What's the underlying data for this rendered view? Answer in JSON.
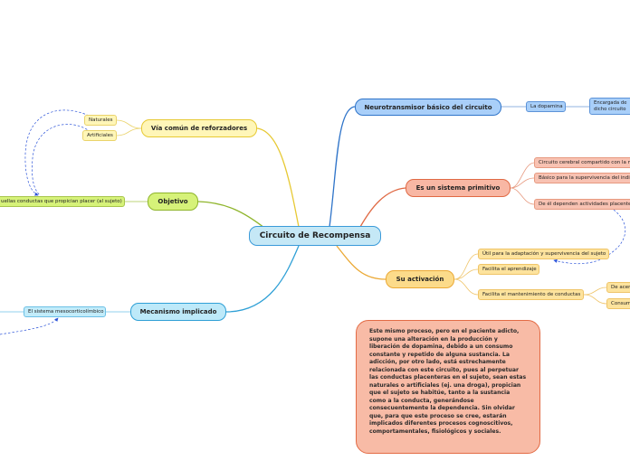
{
  "root": "Circuito de Recompensa",
  "branches": {
    "neuro": {
      "title": "Neurotransmisor básico del circuito",
      "leaves": [
        "La dopamina",
        "Encargada de dicho circuito"
      ]
    },
    "primitivo": {
      "title": "Es un sistema primitivo",
      "leaves": [
        "Circuito cerebral compartido con la m",
        "Básico para la supervivencia del indiv",
        "De él dependen actividades placente"
      ]
    },
    "activacion": {
      "title": "Su activación",
      "leaves": [
        "Útil para la adaptación y supervivencia del sujeto",
        "Facilita el aprendizaje",
        "Facilita el mantenimiento de conductas"
      ],
      "subleaves": [
        "De acer",
        "Consum"
      ]
    },
    "via": {
      "title": "Vía común de reforzadores",
      "leaves": [
        "Naturales",
        "Artificiales"
      ]
    },
    "objetivo": {
      "title": "Objetivo",
      "leaves": [
        "uellas conductas que propician placer (al sujeto)"
      ]
    },
    "mecanismo": {
      "title": "Mecanismo implicado",
      "leaves": [
        "El sistema mesocorticolímbico"
      ]
    }
  },
  "note": "Este mismo proceso, pero en el paciente adicto, supone una alteración en la producción y liberación de dopamina, debido a un consumo constante y repetido de alguna sustancia. La adicción, por otro lado, está estrechamente relacionada con este circuito, pues al perpetuar las conductas placenteras en el sujeto, sean estas naturales o artificiales (ej. una droga), propician que el sujeto se habitúe, tanto a la sustancia como a la conducta, generándose consecuentemente la dependencia. Sin olvidar que, para que este proceso se cree, estarán implicados diferentes procesos cognoscitivos, comportamentales, fisiológicos y sociales.",
  "colors": {
    "blue": "#2f74c9",
    "yellow": "#e7c934",
    "green": "#8fb52c",
    "cyan": "#2fa0d6",
    "salmon": "#e06a45",
    "gold": "#eba935"
  }
}
